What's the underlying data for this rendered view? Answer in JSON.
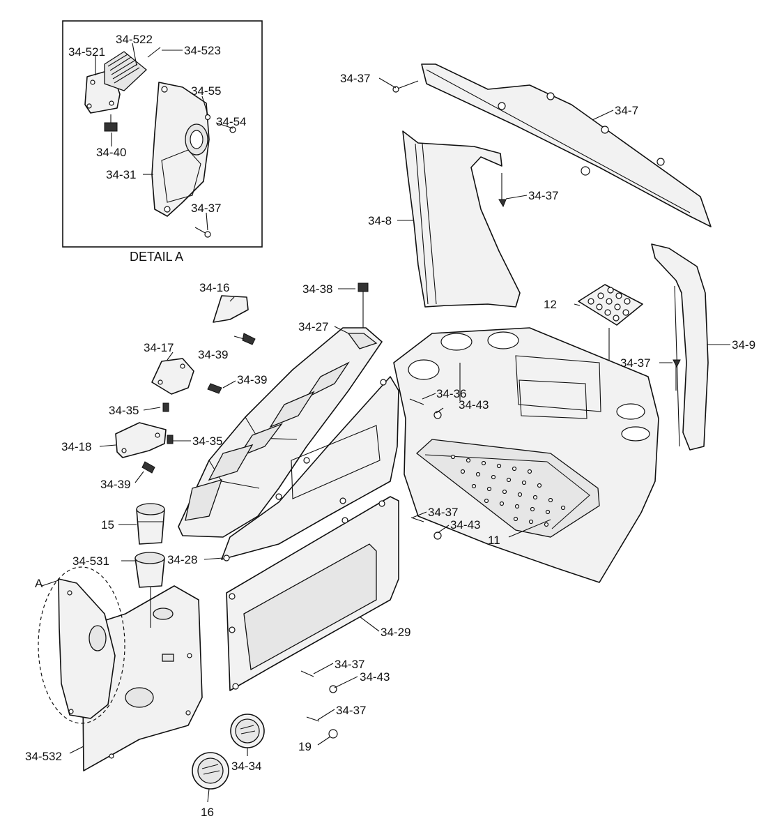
{
  "detail_caption": "DETAIL A",
  "detail_marker": "A",
  "labels": {
    "p34_521": "34-521",
    "p34_522": "34-522",
    "p34_523": "34-523",
    "p34_55": "34-55",
    "p34_54": "34-54",
    "p34_40": "34-40",
    "p34_31": "34-31",
    "p34_37_detail": "34-37",
    "p34_37_top": "34-37",
    "p34_7": "34-7",
    "p34_37_pillar": "34-37",
    "p34_8": "34-8",
    "p34_16": "34-16",
    "p34_38": "34-38",
    "p34_27": "34-27",
    "p34_39_a": "34-39",
    "p34_17": "34-17",
    "p34_39_b": "34-39",
    "p34_35_a": "34-35",
    "p34_35_b": "34-35",
    "p34_18": "34-18",
    "p34_39_c": "34-39",
    "p34_36": "34-36",
    "p34_43_a": "34-43",
    "p12": "12",
    "p34_9": "34-9",
    "p34_37_right": "34-37",
    "p15": "15",
    "p34_531": "34-531",
    "p34_28": "34-28",
    "p34_37_mid": "34-37",
    "p34_43_b": "34-43",
    "p11": "11",
    "p34_29": "34-29",
    "p34_37_low": "34-37",
    "p34_43_c": "34-43",
    "p34_37_bottom": "34-37",
    "p19": "19",
    "p34_532": "34-532",
    "p34_34": "34-34",
    "p16": "16"
  }
}
